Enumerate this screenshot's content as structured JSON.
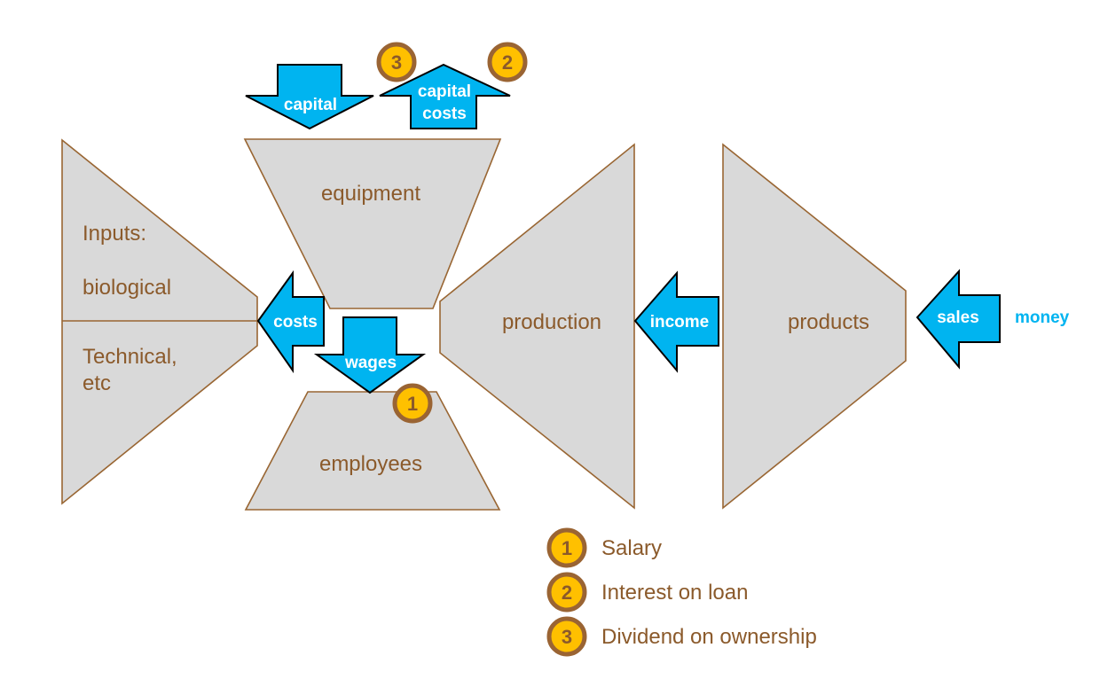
{
  "blocks": {
    "inputs_title": "Inputs:",
    "inputs_biological": "biological",
    "inputs_technical_1": "Technical,",
    "inputs_technical_2": "etc",
    "equipment": "equipment",
    "employees": "employees",
    "production": "production",
    "products": "products"
  },
  "arrows": {
    "capital": "capital",
    "capital_costs_1": "capital",
    "capital_costs_2": "costs",
    "costs": "costs",
    "wages": "wages",
    "income": "income",
    "sales": "sales"
  },
  "money_label": "money",
  "badges": {
    "salary": "1",
    "interest": "2",
    "dividend": "3"
  },
  "legend": [
    {
      "num": "1",
      "label": "Salary"
    },
    {
      "num": "2",
      "label": "Interest on loan"
    },
    {
      "num": "3",
      "label": "Dividend on ownership"
    }
  ],
  "colors": {
    "arrow": "#00b4f0",
    "shape_fill": "#d9d9d9",
    "outline": "#996633",
    "badge": "#ffc000"
  }
}
